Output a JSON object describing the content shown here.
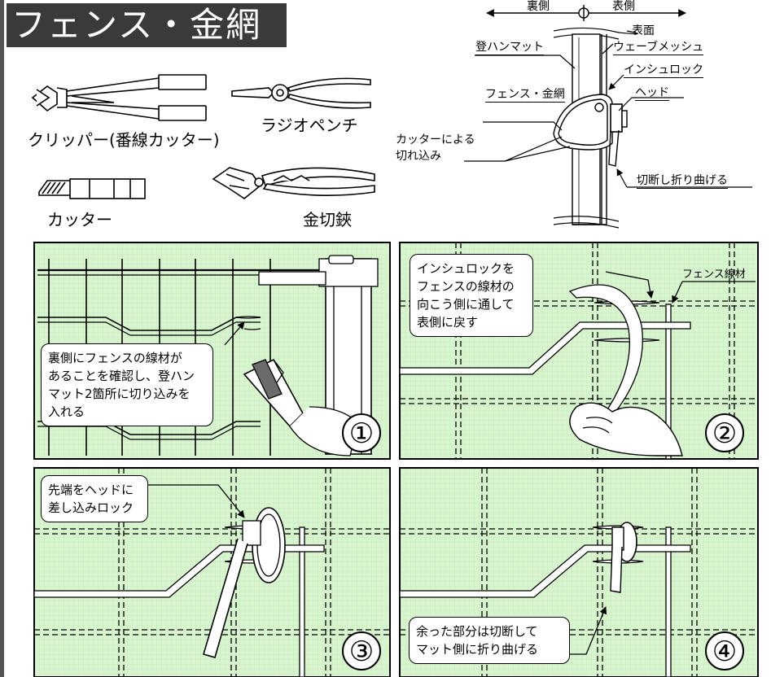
{
  "title": "フェンス・金網",
  "tools": {
    "clipper": "クリッパー(番線カッター)",
    "pliers": "ラジオペンチ",
    "cutter": "カッター",
    "snips": "金切鋏"
  },
  "section": {
    "back_side": "裏側",
    "front_side": "表側",
    "surface_label": "表面",
    "mat": "登ハンマット",
    "wave_mesh": "ウェーブメッシュ",
    "insulock": "インシュロック",
    "fence": "フェンス・金網",
    "head": "ヘッド",
    "cut_notch_line1": "カッターによる",
    "cut_notch_line2": "切れ込み",
    "cut_fold": "切断し折り曲げる"
  },
  "steps": [
    {
      "number": "①",
      "lines": [
        "裏側にフェンスの線材が",
        "あることを確認し、登ハン",
        "マット2箇所に切り込みを",
        "入れる"
      ]
    },
    {
      "number": "②",
      "lines": [
        "インシュロックを",
        "フェンスの線材の",
        "向こう側に通して",
        "表側に戻す"
      ],
      "wire_label": "フェンス線材"
    },
    {
      "number": "③",
      "lines": [
        "先端をヘッドに",
        "差し込みロック"
      ]
    },
    {
      "number": "④",
      "lines": [
        "余った部分は切断して",
        "マット側に折り曲げる"
      ]
    }
  ],
  "colors": {
    "panel_fill": "#d8f5d0",
    "title_bg": "#3a3a3a",
    "dark_gray": "#555555"
  }
}
